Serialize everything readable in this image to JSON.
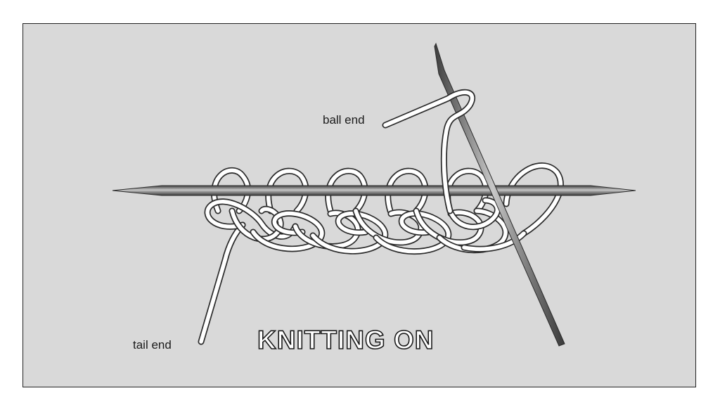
{
  "labels": {
    "ball_end": "ball end",
    "tail_end": "tail end"
  },
  "title": "KNITTING ON",
  "colors": {
    "background": "#d9d9d9",
    "needle_dark": "#4a4a4a",
    "needle_light": "#c4c4c4",
    "yarn_fill": "#ffffff",
    "yarn_outline": "#2a2a2a"
  }
}
